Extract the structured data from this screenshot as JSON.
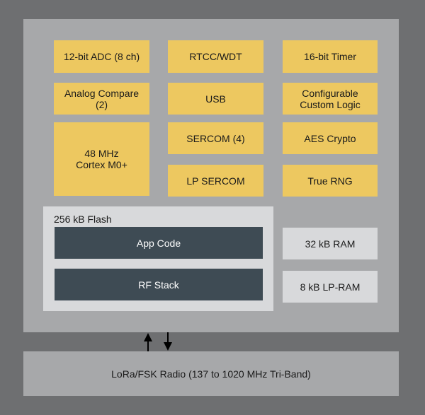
{
  "colors": {
    "background": "#6e6f71",
    "chip": "#a7a8aa",
    "peripheral": "#edc860",
    "memory": "#d8d9db",
    "flash_partition": "#3e4b54"
  },
  "peripherals": [
    {
      "label": "12-bit ADC (8 ch)"
    },
    {
      "label": "RTCC/WDT"
    },
    {
      "label": "16-bit Timer"
    },
    {
      "label": "Analog Compare\n(2)"
    },
    {
      "label": "USB"
    },
    {
      "label": "Configurable\nCustom Logic"
    },
    {
      "label": "48 MHz\nCortex M0+"
    },
    {
      "label": "SERCOM (4)"
    },
    {
      "label": "AES Crypto"
    },
    {
      "label": "LP SERCOM"
    },
    {
      "label": "True RNG"
    }
  ],
  "flash": {
    "label": "256 kB Flash",
    "partitions": [
      {
        "label": "App Code"
      },
      {
        "label": "RF Stack"
      }
    ]
  },
  "ram": [
    {
      "label": "32 kB RAM"
    },
    {
      "label": "8 kB LP-RAM"
    }
  ],
  "radio": {
    "label": "LoRa/FSK Radio (137 to 1020 MHz Tri-Band)"
  }
}
